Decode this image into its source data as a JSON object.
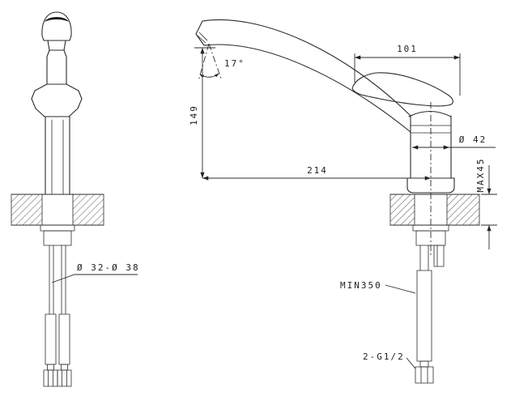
{
  "drawing": {
    "type": "faucet-installation-technical-drawing",
    "views": {
      "left": "front-view",
      "right": "side-view"
    },
    "line_color": "#2b2b2b",
    "background": "#ffffff",
    "labels": {
      "angle": "17°",
      "height": "149",
      "top_reach": "101",
      "reach": "214",
      "body_dia": "Ø 42",
      "deck_max": "MAX45",
      "hole_dia": "Ø 32-Ø 38",
      "hose_min": "MIN350",
      "thread": "2-G1/2"
    }
  }
}
